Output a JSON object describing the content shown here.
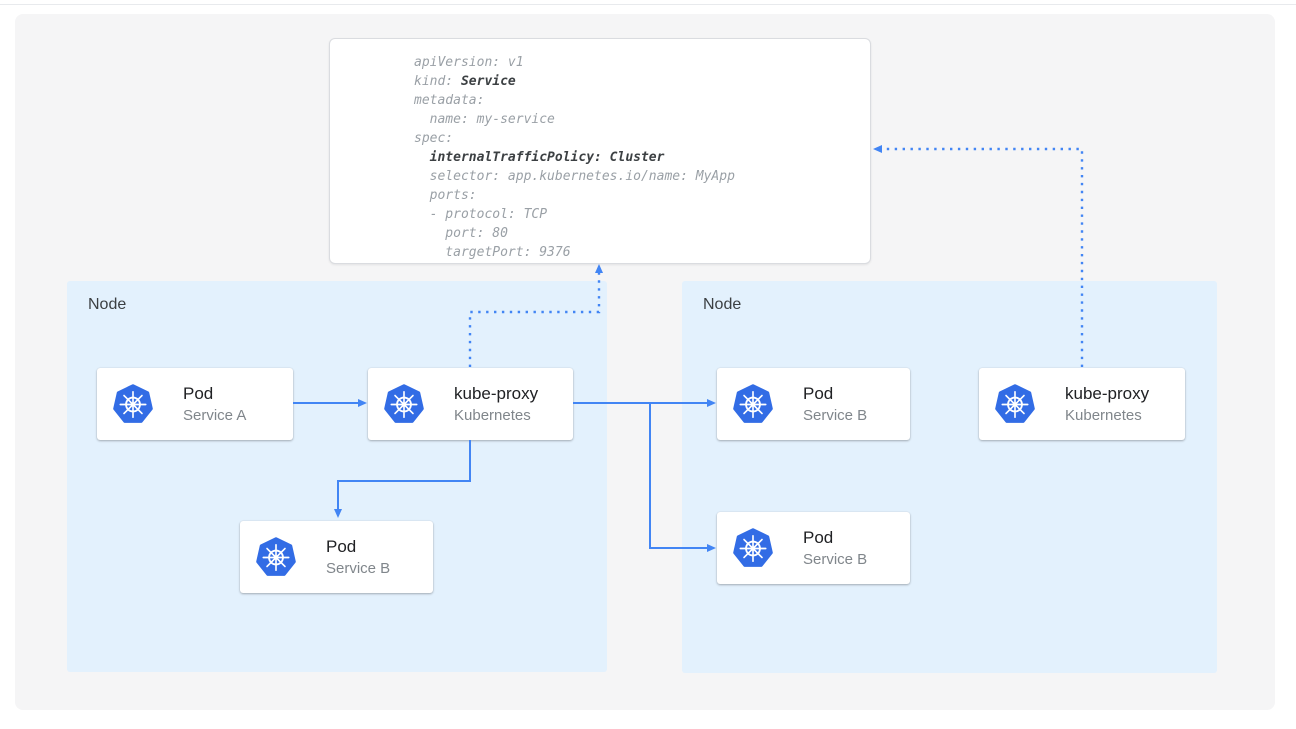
{
  "diagram": {
    "yaml_card": {
      "lines": [
        {
          "pre": "apiVersion: v1",
          "bold": ""
        },
        {
          "pre": "kind: ",
          "bold": "Service"
        },
        {
          "pre": "metadata:",
          "bold": ""
        },
        {
          "pre": "  name: my-service",
          "bold": ""
        },
        {
          "pre": "spec:",
          "bold": ""
        },
        {
          "pre": "  ",
          "bold": "internalTrafficPolicy: Cluster"
        },
        {
          "pre": "  selector: app.kubernetes.io/name: MyApp",
          "bold": ""
        },
        {
          "pre": "  ports:",
          "bold": ""
        },
        {
          "pre": "  - protocol: TCP",
          "bold": ""
        },
        {
          "pre": "    port: 80",
          "bold": ""
        },
        {
          "pre": "    targetPort: 9376",
          "bold": ""
        }
      ]
    },
    "nodes": [
      {
        "label": "Node",
        "cards": [
          {
            "title": "Pod",
            "subtitle": "Service A",
            "icon": "kubernetes-icon"
          },
          {
            "title": "kube-proxy",
            "subtitle": "Kubernetes",
            "icon": "kubernetes-icon"
          },
          {
            "title": "Pod",
            "subtitle": "Service B",
            "icon": "kubernetes-icon"
          }
        ]
      },
      {
        "label": "Node",
        "cards": [
          {
            "title": "Pod",
            "subtitle": "Service B",
            "icon": "kubernetes-icon"
          },
          {
            "title": "Pod",
            "subtitle": "Service B",
            "icon": "kubernetes-icon"
          },
          {
            "title": "kube-proxy",
            "subtitle": "Kubernetes",
            "icon": "kubernetes-icon"
          }
        ]
      }
    ],
    "colors": {
      "kubernetes_blue": "#326ce5",
      "arrow_blue": "#4285f4",
      "node_background": "#e3f1fd",
      "yaml_text_gray": "#9aa0a6",
      "yaml_bold_dark": "#3c4043"
    }
  }
}
